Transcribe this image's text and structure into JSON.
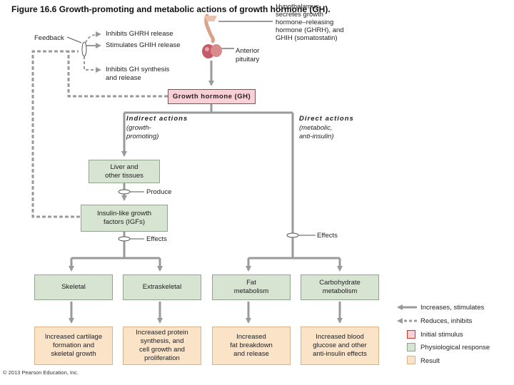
{
  "title": "Figure 16.6  Growth-promoting and metabolic actions of growth hormone (GH).",
  "feedback": "Feedback",
  "inhibits_ghrh": "Inhibits GHRH release",
  "stimulates_ghih": "Stimulates GHIH release",
  "inhibits_gh": "Inhibits GH synthesis\nand release",
  "hypothalamus_text": "Hypothalamus\nsecretes growth\nhormone–releasing\nhormone (GHRH), and\nGHIH (somatostatin)",
  "anterior_pituitary": "Anterior\npituitary",
  "gh_box": "Growth hormone (GH)",
  "indirect_title": "Indirect actions",
  "indirect_sub": "(growth-\npromoting)",
  "direct_title": "Direct actions",
  "direct_sub": "(metabolic,\nanti-insulin)",
  "liver_box": "Liver and\nother tissues",
  "produce": "Produce",
  "igf_box": "Insulin-like growth\nfactors (IGFs)",
  "effects_left": "Effects",
  "effects_right": "Effects",
  "skeletal": "Skeletal",
  "extraskeletal": "Extraskeletal",
  "fat_metabolism": "Fat\nmetabolism",
  "carb_metabolism": "Carbohydrate\nmetabolism",
  "result_skeletal": "Increased cartilage\nformation and\nskeletal growth",
  "result_extraskeletal": "Increased protein\nsynthesis, and\ncell growth and\nproliferation",
  "result_fat": "Increased\nfat breakdown\nand release",
  "result_carb": "Increased blood\nglucose and other\nanti-insulin effects",
  "legend": {
    "increases": "Increases, stimulates",
    "reduces": "Reduces, inhibits",
    "initial": "Initial stimulus",
    "physiological": "Physiological response",
    "result": "Result"
  },
  "copyright": "© 2013 Pearson Education, Inc.",
  "colors": {
    "initial": "#f8d0d6",
    "physiological": "#d7e4d1",
    "result": "#fbe3c8",
    "arrow": "#9a9a9a"
  },
  "icons": {
    "pituitary": "pituitary-gland-icon"
  }
}
